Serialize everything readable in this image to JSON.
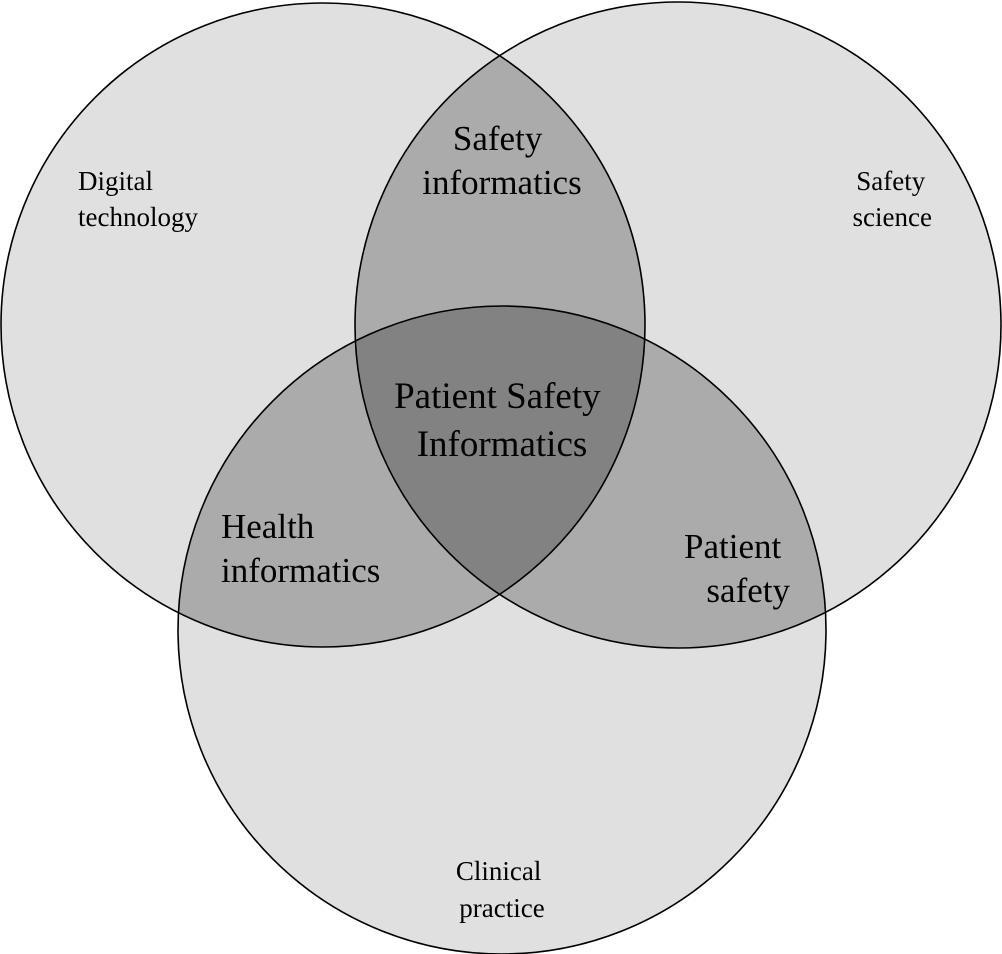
{
  "diagram": {
    "type": "venn-3",
    "colors": {
      "single_region": "#e0e0e0",
      "pair_overlap": "#ababab",
      "triple_overlap": "#828282",
      "outline": "#000000",
      "text": "#000000",
      "background": "#ffffff"
    },
    "sets": [
      {
        "key": "left",
        "lines": [
          "Digital",
          "technology"
        ]
      },
      {
        "key": "right",
        "lines": [
          "Safety",
          "science"
        ]
      },
      {
        "key": "bottom",
        "lines": [
          "Clinical",
          "practice"
        ]
      }
    ],
    "pair_overlaps": [
      {
        "key": "left-right",
        "lines": [
          "Safety",
          "informatics"
        ]
      },
      {
        "key": "left-bottom",
        "lines": [
          "Health",
          "informatics"
        ]
      },
      {
        "key": "right-bottom",
        "lines": [
          "Patient",
          "safety"
        ]
      }
    ],
    "center": {
      "lines": [
        "Patient Safety",
        "Informatics"
      ]
    }
  }
}
